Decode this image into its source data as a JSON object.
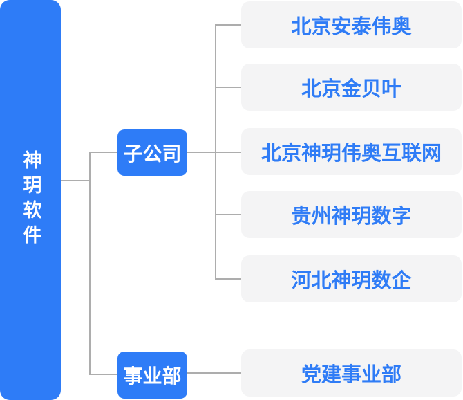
{
  "tree": {
    "root": {
      "label": "神玥软件"
    },
    "branches": [
      {
        "label": "子公司",
        "children": [
          {
            "label": "北京安泰伟奥"
          },
          {
            "label": "北京金贝叶"
          },
          {
            "label": "北京神玥伟奥互联网"
          },
          {
            "label": "贵州神玥数字"
          },
          {
            "label": "河北神玥数企"
          }
        ]
      },
      {
        "label": "事业部",
        "children": [
          {
            "label": "党建事业部"
          }
        ]
      }
    ]
  },
  "colors": {
    "primary_blue": "#2e7cf7",
    "leaf_bg": "#f4f4f5",
    "leaf_text": "#2f7cf6",
    "connector": "#adadad",
    "canvas_bg": "#ffffff",
    "node_text": "#ffffff"
  }
}
